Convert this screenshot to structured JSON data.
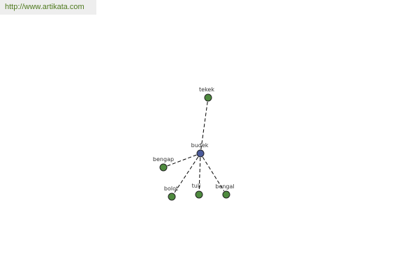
{
  "header": {
    "url": "http://www.artikata.com"
  },
  "graph": {
    "center": "budek",
    "nodes": [
      {
        "id": "budek",
        "label": "budek",
        "role": "center"
      },
      {
        "id": "tekek",
        "label": "tekek",
        "role": "related"
      },
      {
        "id": "bengap",
        "label": "bengap",
        "role": "related"
      },
      {
        "id": "bolot",
        "label": "bolot",
        "role": "related"
      },
      {
        "id": "tuli",
        "label": "tuli",
        "role": "related"
      },
      {
        "id": "bengal",
        "label": "bengal",
        "role": "related"
      }
    ],
    "edges": [
      {
        "from": "budek",
        "to": "tekek"
      },
      {
        "from": "budek",
        "to": "bengap"
      },
      {
        "from": "budek",
        "to": "bolot"
      },
      {
        "from": "budek",
        "to": "tuli"
      },
      {
        "from": "budek",
        "to": "bengal"
      }
    ]
  },
  "colors": {
    "center_node": "#4a5a9a",
    "related_node": "#4e8a3e",
    "node_outline": "#222222",
    "edge": "#000000",
    "label": "#333333",
    "url_text": "#4f7a1e",
    "url_bar": "#eeeeee"
  }
}
